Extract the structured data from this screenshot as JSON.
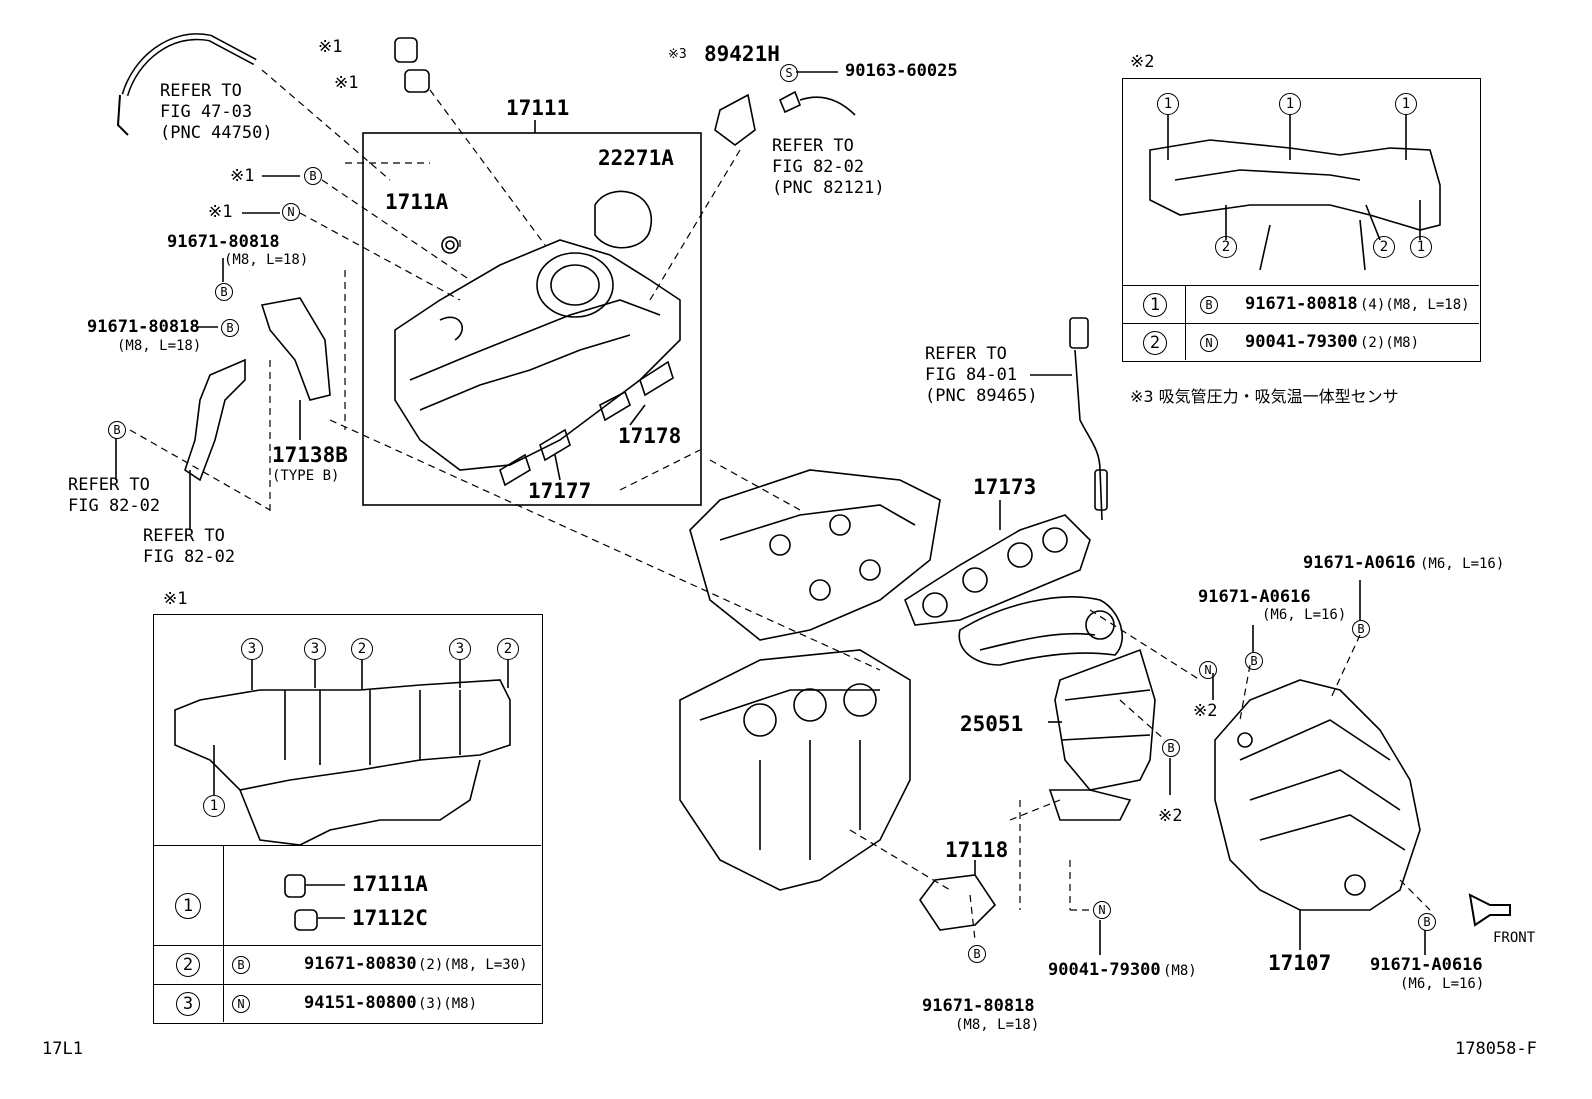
{
  "callouts": {
    "p17111": "17111",
    "p22271a": "22271A",
    "p1711a": "1711A",
    "p17178": "17178",
    "p17177": "17177",
    "p17138b": "17138B",
    "type_b": "(TYPE B)",
    "p17173": "17173",
    "p25051": "25051",
    "p17118": "17118",
    "p17107": "17107",
    "p89421h": "89421H",
    "p90163": "90163-60025",
    "p91671_80818_a": "91671-80818",
    "p91671_80818_a_spec": "(M8, L=18)",
    "p91671_80818_b": "91671-80818",
    "p91671_80818_b_spec": "(M8, L=18)",
    "p91671_80818_c": "91671-80818",
    "p91671_80818_c_spec": "(M8, L=18)",
    "p91671_a0616_a": "91671-A0616",
    "p91671_a0616_a_spec": "(M6, L=16)",
    "p91671_a0616_b": "91671-A0616",
    "p91671_a0616_b_spec": "(M6, L=16)",
    "p91671_a0616_c": "91671-A0616",
    "p91671_a0616_c_spec": "(M6, L=16)",
    "p90041": "90041-79300",
    "p90041_spec": "(M8)",
    "front": "FRONT"
  },
  "refs": {
    "fig47": [
      "REFER TO",
      "FIG 47-03",
      "(PNC 44750)"
    ],
    "fig82a": [
      "REFER TO",
      "FIG 82-02",
      "(PNC 82121)"
    ],
    "fig84": [
      "REFER TO",
      "FIG 84-01",
      "(PNC 89465)"
    ],
    "fig82b": [
      "REFER TO",
      "FIG 82-02"
    ],
    "fig82c": [
      "REFER TO",
      "FIG 82-02"
    ]
  },
  "notes": {
    "n1": "※1",
    "n2": "※2",
    "n3": "※3",
    "n3_text": "※3 吸気管圧力・吸気温一体型センサ"
  },
  "markers": {
    "b": "B",
    "n": "N",
    "s": "S",
    "c1": "1",
    "c2": "2",
    "c3": "3"
  },
  "table2": {
    "title": "※2",
    "rows": [
      {
        "key": "1",
        "part": "91671-80818",
        "spec": "(4)(M8, L=18)"
      },
      {
        "key": "2",
        "part": "90041-79300",
        "spec": "(2)(M8)"
      }
    ]
  },
  "table1": {
    "title": "※1",
    "row1_parts": [
      "17111A",
      "17112C"
    ],
    "rows": [
      {
        "key": "2",
        "part": "91671-80830",
        "spec": "(2)(M8, L=30)"
      },
      {
        "key": "3",
        "part": "94151-80800",
        "spec": "(3)(M8)"
      }
    ]
  },
  "footer": {
    "left": "17L1",
    "right": "178058-F"
  }
}
